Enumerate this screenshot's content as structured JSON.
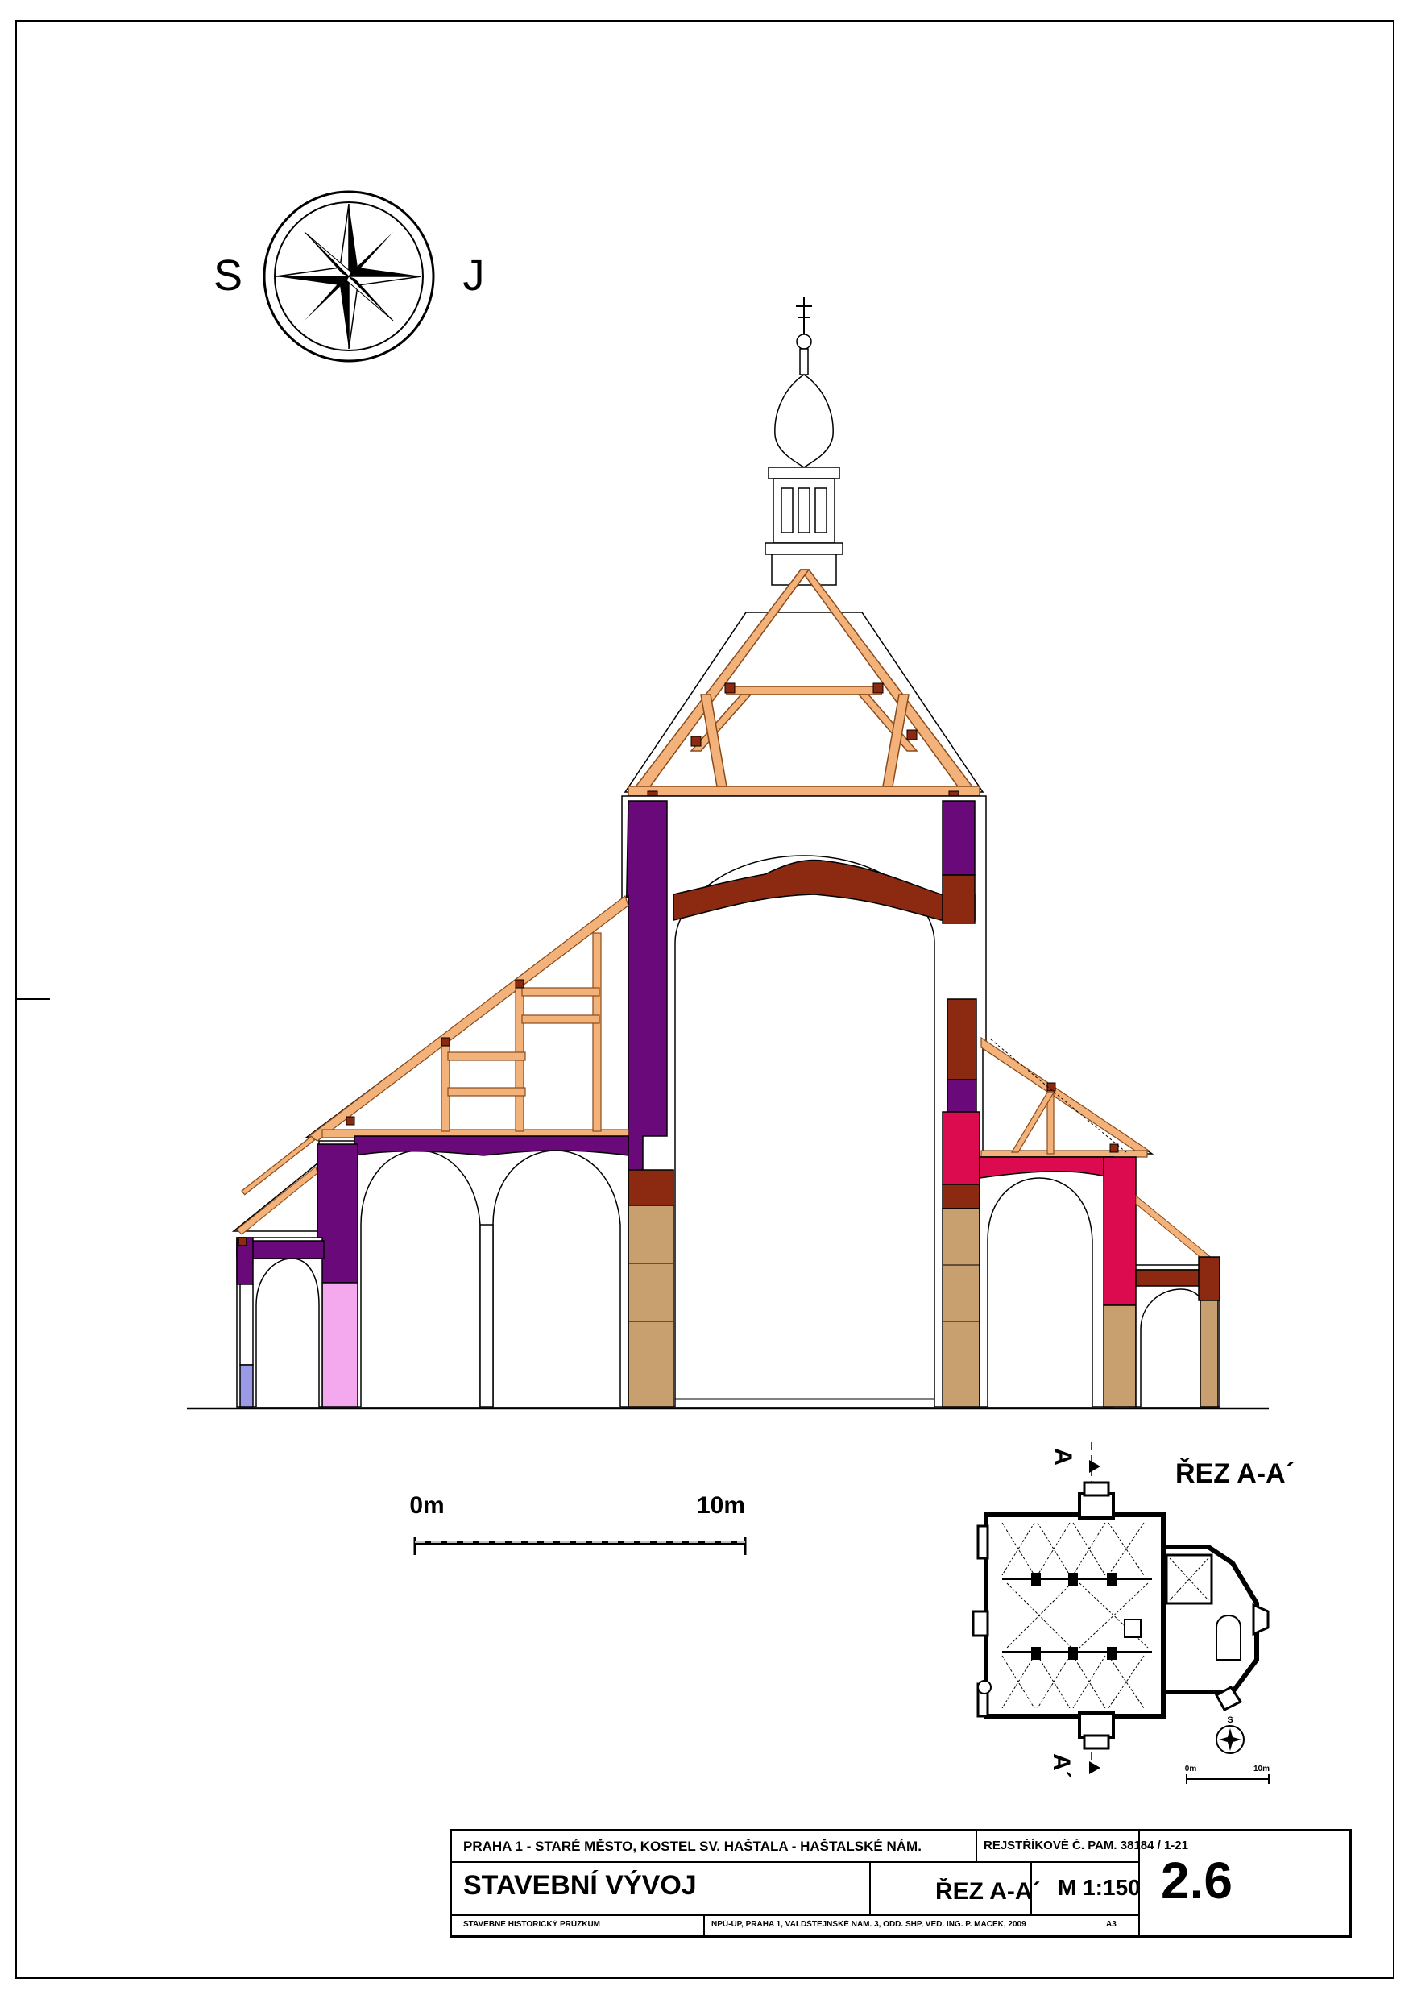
{
  "compass": {
    "left_letter": "S",
    "right_letter": "J"
  },
  "section_label": "ŘEZ A-A´",
  "scale_bar": {
    "start_label": "0m",
    "end_label": "10m"
  },
  "key_plan": {
    "section_top": "A",
    "section_bottom": "A´",
    "compass_letter": "S",
    "scale_start": "0m",
    "scale_end": "10m"
  },
  "title_block": {
    "location": "PRAHA 1 - STARÉ MĚSTO, KOSTEL SV. HAŠTALA - HAŠTALSKÉ NÁM.",
    "registry": "REJSTŘÍKOVÉ  Č. PAM.  38184 / 1-21",
    "drawing_title": "STAVEBNÍ  VÝVOJ",
    "section": "ŘEZ A-A´",
    "scale": "M 1:150",
    "sheet_number": "2.6",
    "survey_type": "STAVEBNĚ HISTORICKÝ PRŮZKUM",
    "author": "NPÚ-ÚP, PRAHA 1, VALDŠTEJNSKÉ NÁM. 3, ODD. SHP, VED. ING. P. MACEK, 2009",
    "paper_size": "A3"
  },
  "colors": {
    "purple": "#6a0a7a",
    "brown": "#8b2a10",
    "crimson": "#dc0a4e",
    "tan": "#c8a070",
    "timber": "#f2b27a",
    "pink": "#f4a8ee",
    "lilac": "#9a9ae6"
  }
}
